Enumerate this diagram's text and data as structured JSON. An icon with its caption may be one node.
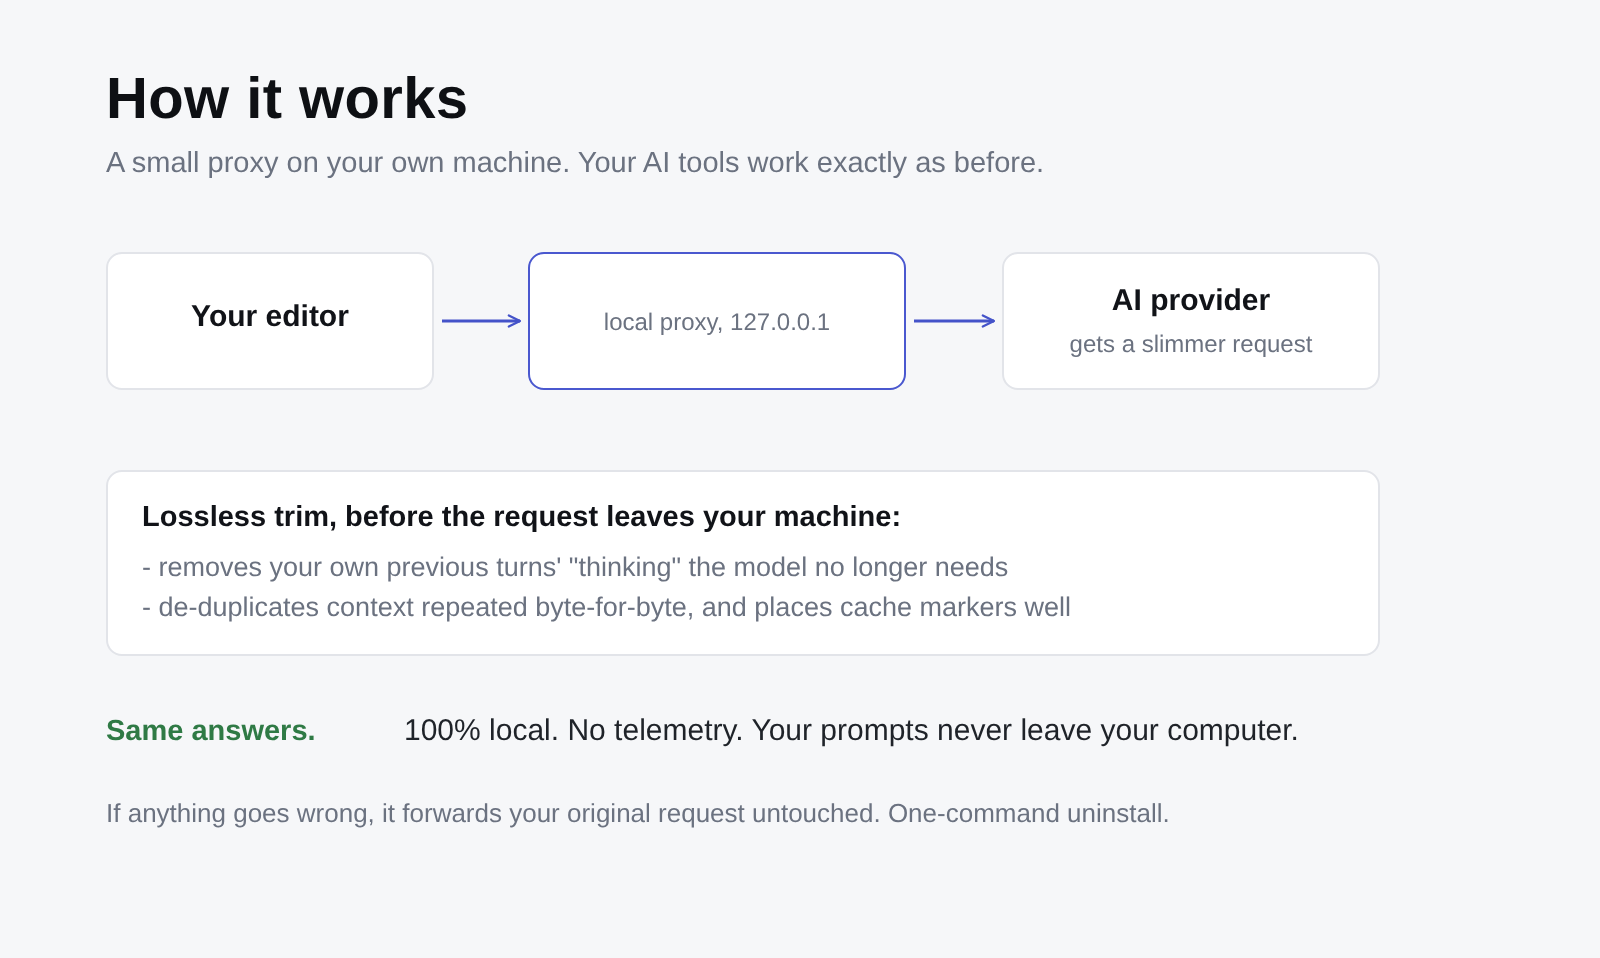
{
  "diagram": {
    "title": "How it works",
    "nodes": [
      {
        "text": [
          "Your editor"
        ]
      },
      {
        "text": [
          "local proxy, 127.0.0.1"
        ]
      },
      {
        "text": [
          "AI provider",
          "gets a slimmer request"
        ]
      },
      {
        "text": [
          "Lossless trim, before the request leaves your machine:",
          "- removes your own previous turns' \"thinking\" the model no longer needs",
          "- de-duplicates context repeated byte-for-byte, and places cache markers well"
        ]
      }
    ],
    "edges": [
      {
        "from": 0,
        "to": 1,
        "arrow": "to"
      },
      {
        "from": 1,
        "to": 2,
        "arrow": "to"
      }
    ],
    "labels": [
      "A small proxy on your own machine. Your AI tools work exactly as before.",
      "Same answers.",
      "100% local. No telemetry. Your prompts never leave your computer.",
      "If anything goes wrong, it forwards your original request untouched. One-command uninstall."
    ]
  }
}
